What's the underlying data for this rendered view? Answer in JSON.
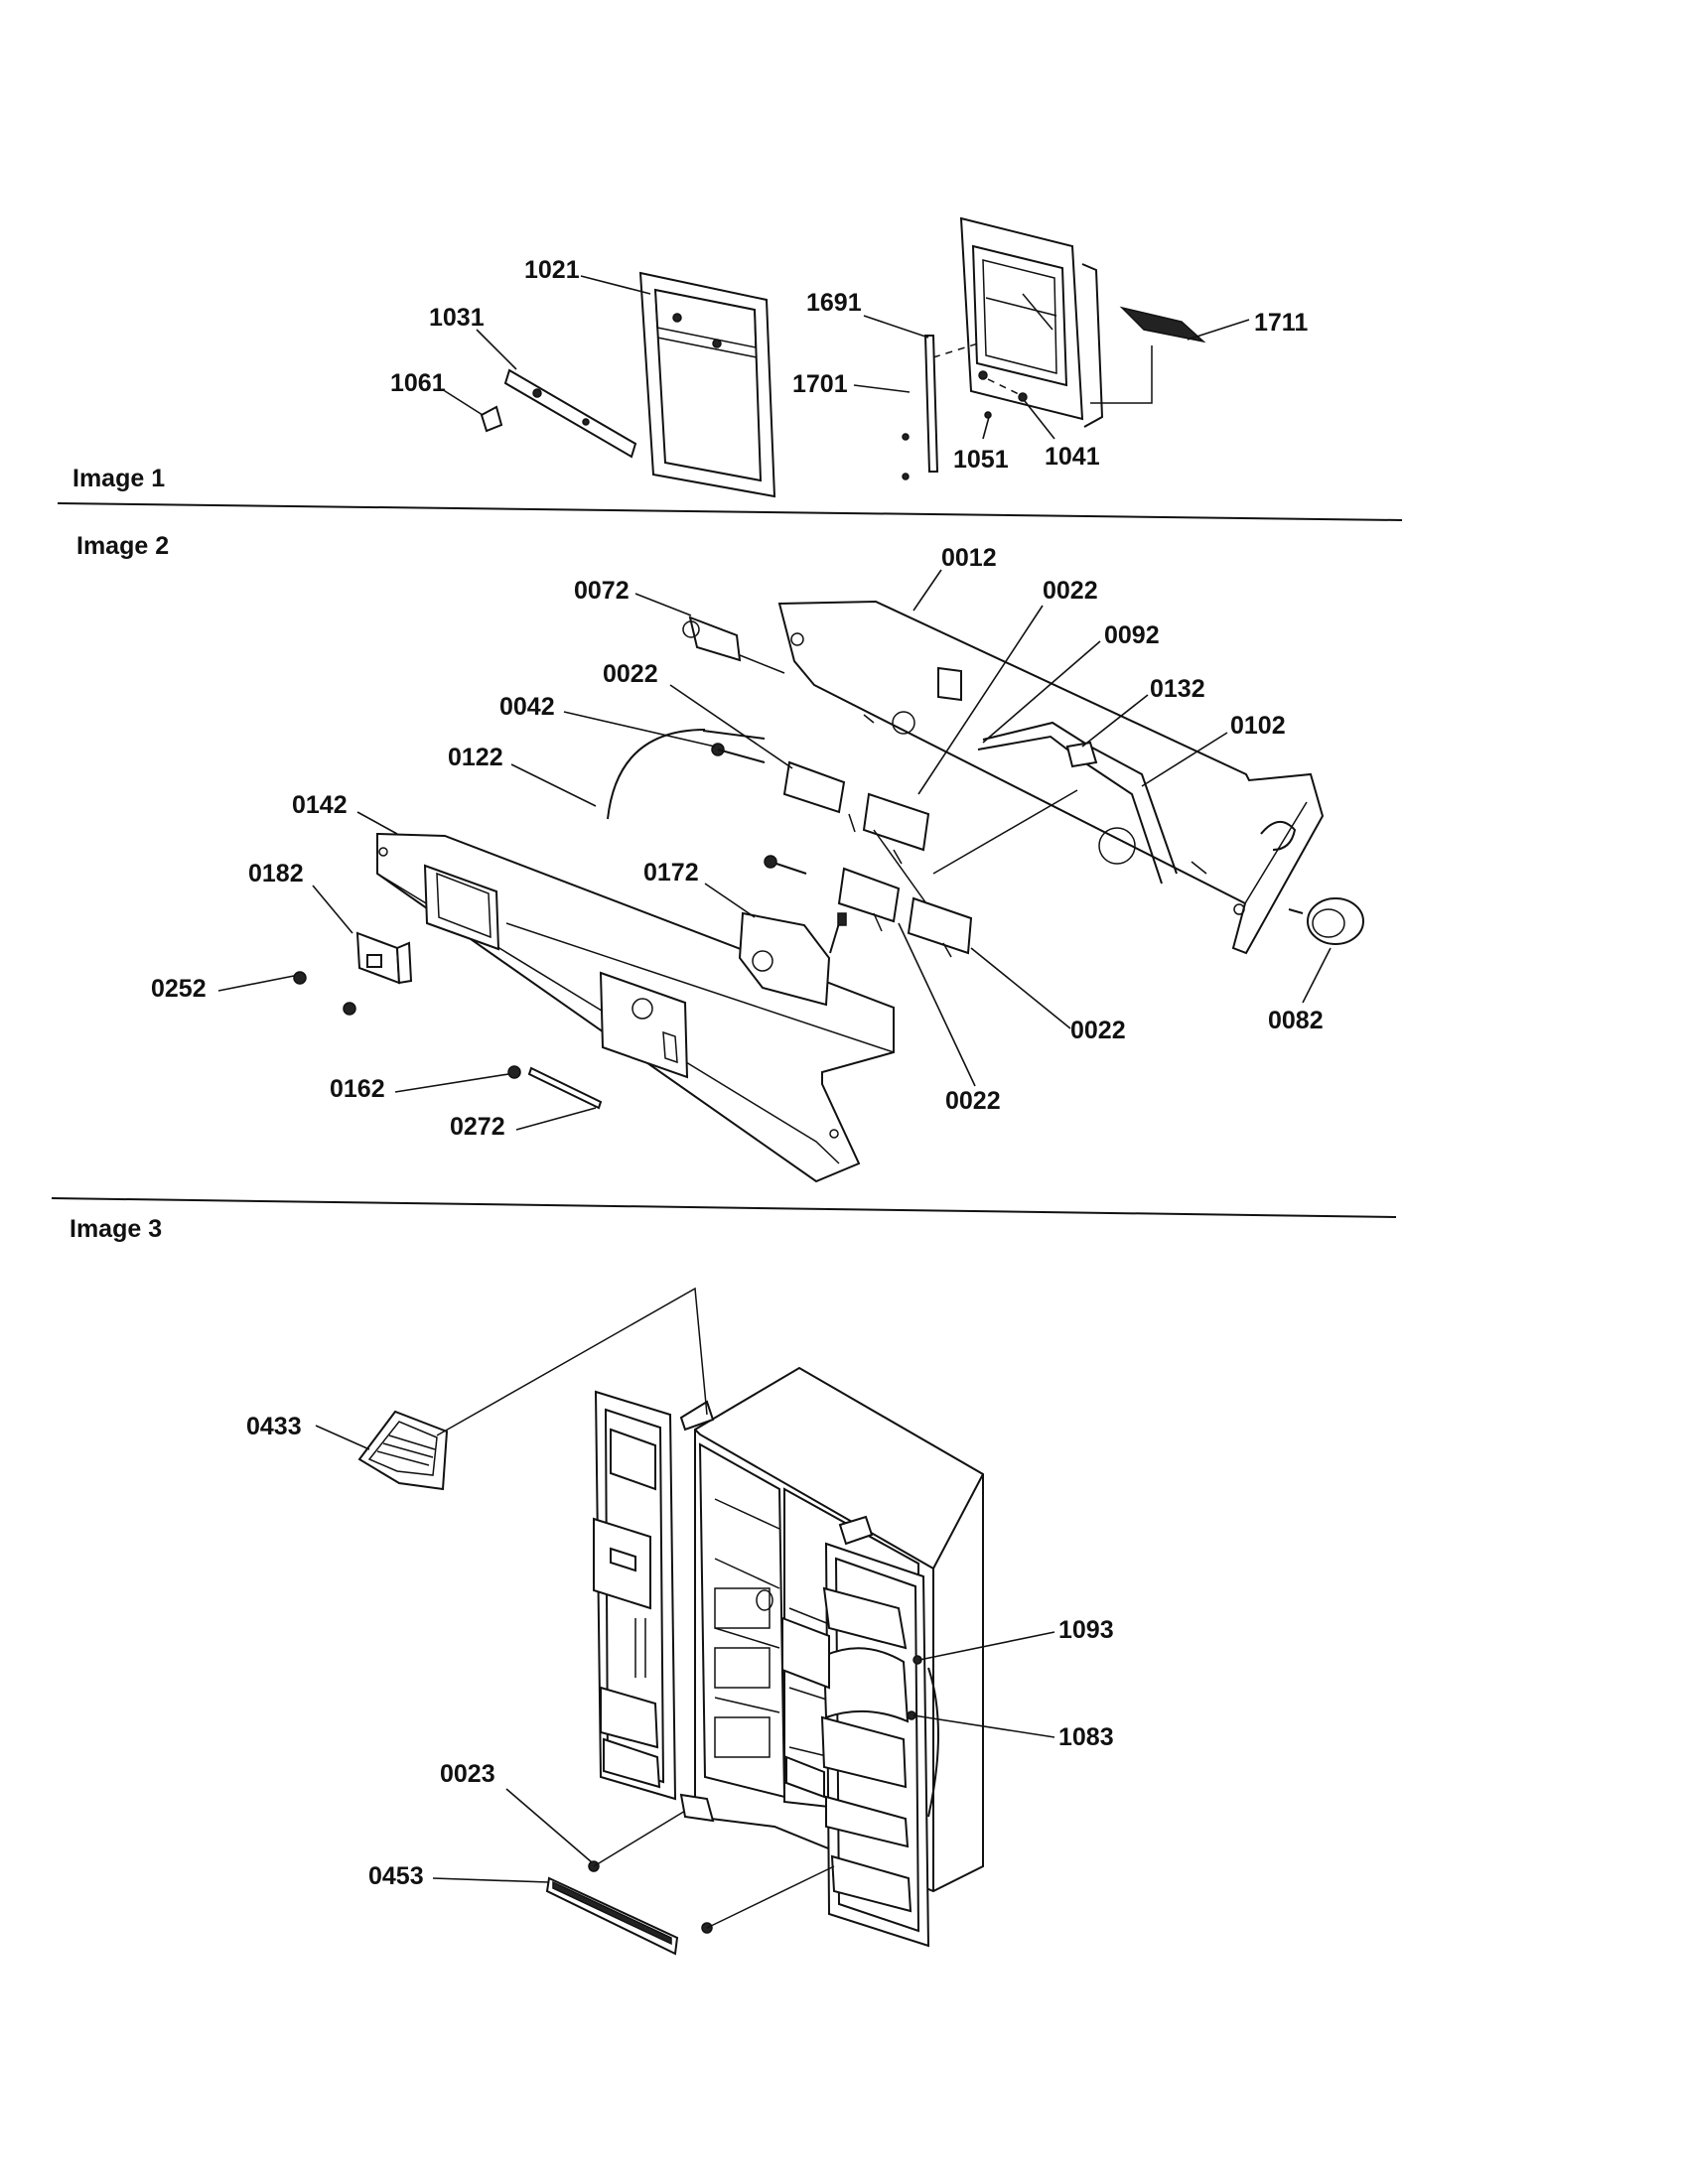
{
  "sections": {
    "image1": {
      "title": "Image 1"
    },
    "image2": {
      "title": "Image 2"
    },
    "image3": {
      "title": "Image 3"
    }
  },
  "parts": {
    "p1021": "1021",
    "p1031": "1031",
    "p1061": "1061",
    "p1691": "1691",
    "p1701": "1701",
    "p1711": "1711",
    "p1051": "1051",
    "p1041": "1041",
    "p0012": "0012",
    "p0072": "0072",
    "p0022a": "0022",
    "p0092": "0092",
    "p0022b": "0022",
    "p0042": "0042",
    "p0132": "0132",
    "p0102": "0102",
    "p0122": "0122",
    "p0142": "0142",
    "p0182": "0182",
    "p0172": "0172",
    "p0252": "0252",
    "p0022c": "0022",
    "p0082": "0082",
    "p0162": "0162",
    "p0022d": "0022",
    "p0272": "0272",
    "p0433": "0433",
    "p1093": "1093",
    "p1083": "1083",
    "p0023": "0023",
    "p0453": "0453"
  }
}
